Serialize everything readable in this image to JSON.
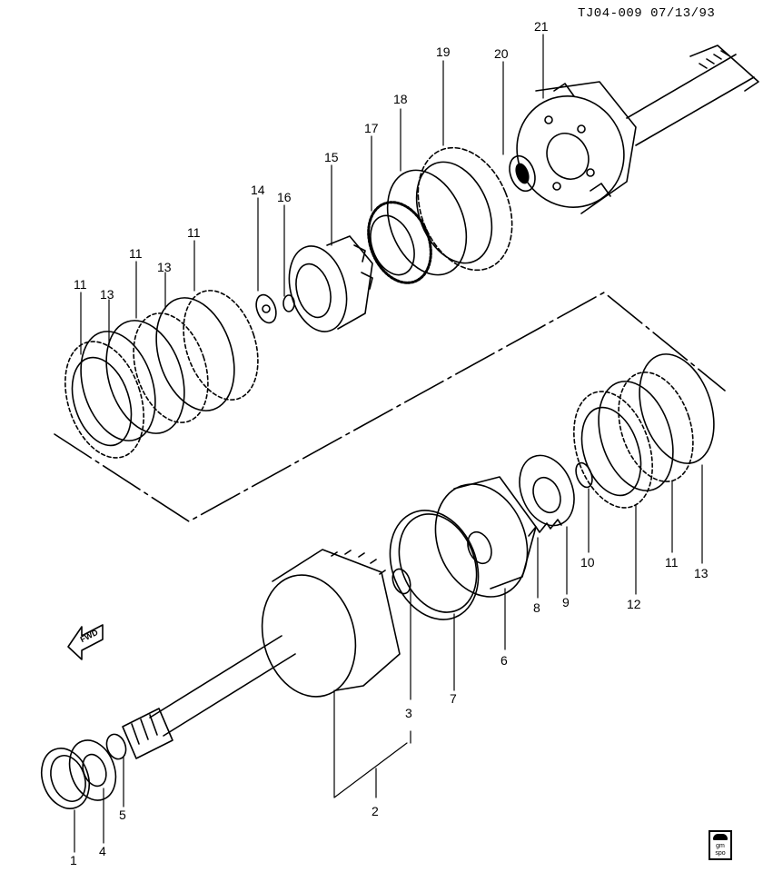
{
  "header": {
    "drawing_code": "TJ04-009 07/13/93"
  },
  "direction_arrow": {
    "label": "FWD"
  },
  "logo": {
    "line1": "gm",
    "line2": "spo"
  },
  "callouts": [
    {
      "id": "c1",
      "text": "1"
    },
    {
      "id": "c2",
      "text": "2"
    },
    {
      "id": "c3",
      "text": "3"
    },
    {
      "id": "c4",
      "text": "4"
    },
    {
      "id": "c5",
      "text": "5"
    },
    {
      "id": "c6",
      "text": "6"
    },
    {
      "id": "c7",
      "text": "7"
    },
    {
      "id": "c8",
      "text": "8"
    },
    {
      "id": "c9",
      "text": "9"
    },
    {
      "id": "c10",
      "text": "10"
    },
    {
      "id": "c11a",
      "text": "11"
    },
    {
      "id": "c11b",
      "text": "11"
    },
    {
      "id": "c11c",
      "text": "11"
    },
    {
      "id": "c11d",
      "text": "11"
    },
    {
      "id": "c12",
      "text": "12"
    },
    {
      "id": "c13a",
      "text": "13"
    },
    {
      "id": "c13b",
      "text": "13"
    },
    {
      "id": "c13c",
      "text": "13"
    },
    {
      "id": "c14",
      "text": "14"
    },
    {
      "id": "c15",
      "text": "15"
    },
    {
      "id": "c16",
      "text": "16"
    },
    {
      "id": "c17",
      "text": "17"
    },
    {
      "id": "c18",
      "text": "18"
    },
    {
      "id": "c19",
      "text": "19"
    },
    {
      "id": "c20",
      "text": "20"
    },
    {
      "id": "c21",
      "text": "21"
    }
  ]
}
